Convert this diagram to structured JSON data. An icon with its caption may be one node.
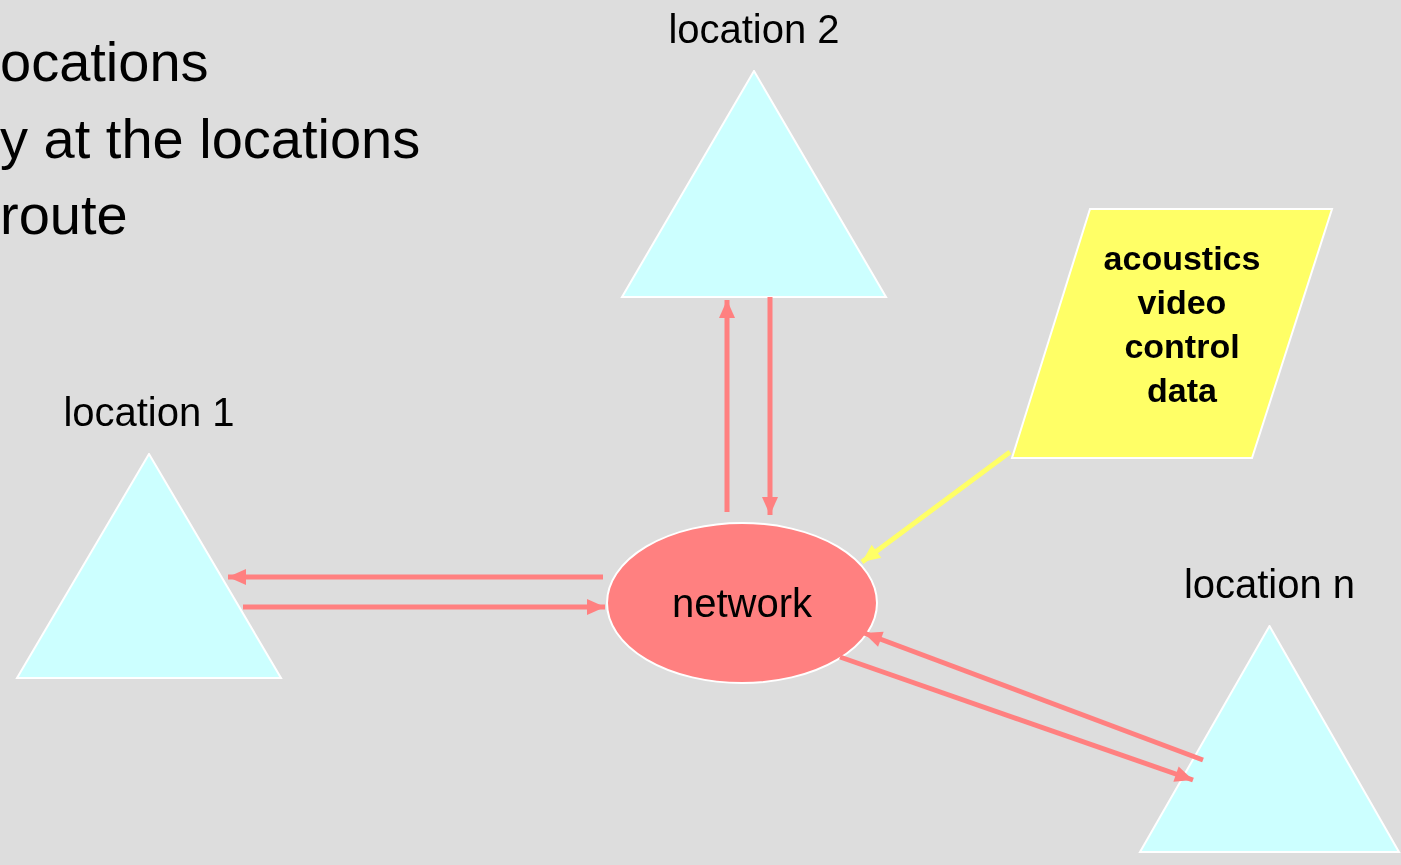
{
  "diagram": {
    "nodes": [
      {
        "text": [
          "location 2"
        ]
      },
      {
        "text": [
          "location 1"
        ]
      },
      {
        "text": [
          "acoustics",
          "video",
          "control",
          "data"
        ]
      },
      {
        "text": [
          "network"
        ]
      },
      {
        "text": [
          "location n"
        ]
      }
    ],
    "edges": [
      {
        "from": 3,
        "to": 0,
        "arrow": "to"
      },
      {
        "from": 0,
        "to": 3,
        "arrow": "to"
      },
      {
        "from": 3,
        "to": 1,
        "arrow": "to"
      },
      {
        "from": 1,
        "to": 3,
        "arrow": "to"
      },
      {
        "from": 2,
        "to": 3,
        "arrow": "to",
        "color": "#ffff66"
      },
      {
        "from": 4,
        "to": 3,
        "arrow": "to"
      },
      {
        "from": 3,
        "to": 4,
        "arrow": "to"
      }
    ],
    "labels": [
      "ocations",
      "y at the locations",
      "route"
    ]
  }
}
